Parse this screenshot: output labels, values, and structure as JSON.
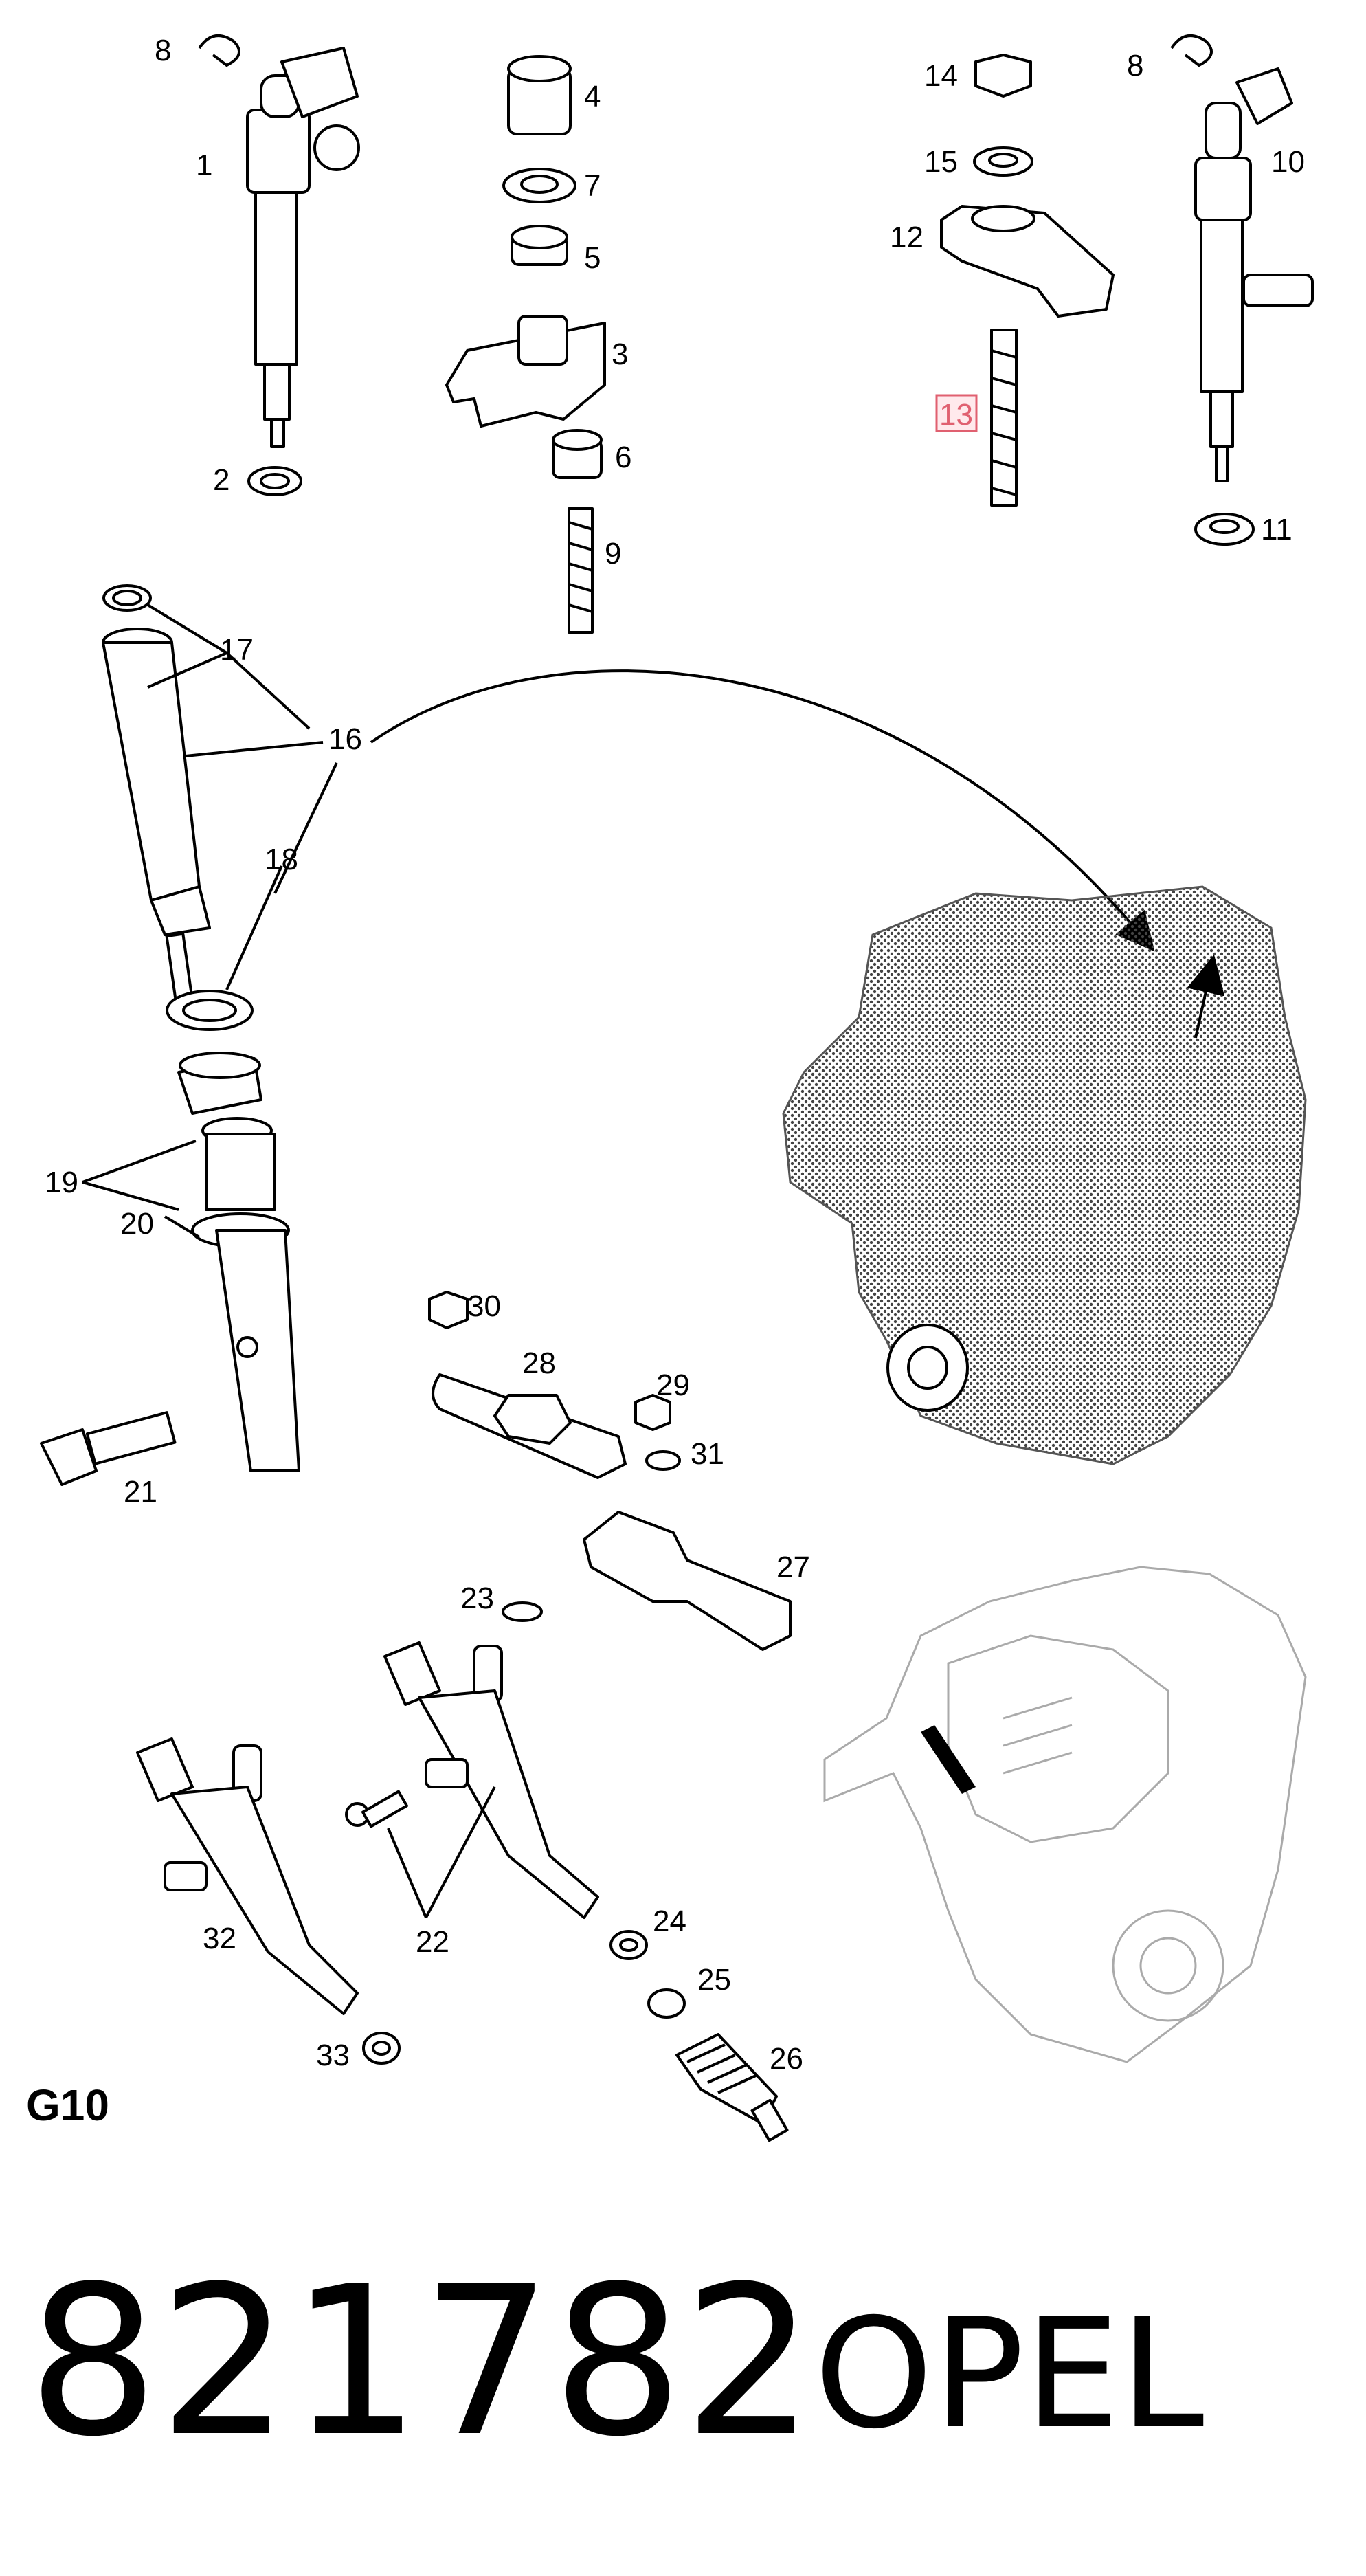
{
  "callouts": [
    {
      "id": "label-8a",
      "text": "8"
    },
    {
      "id": "label-1",
      "text": "1"
    },
    {
      "id": "label-2",
      "text": "2"
    },
    {
      "id": "label-4",
      "text": "4"
    },
    {
      "id": "label-7",
      "text": "7"
    },
    {
      "id": "label-5",
      "text": "5"
    },
    {
      "id": "label-3",
      "text": "3"
    },
    {
      "id": "label-6",
      "text": "6"
    },
    {
      "id": "label-9",
      "text": "9"
    },
    {
      "id": "label-14",
      "text": "14"
    },
    {
      "id": "label-8b",
      "text": "8"
    },
    {
      "id": "label-15",
      "text": "15"
    },
    {
      "id": "label-10",
      "text": "10"
    },
    {
      "id": "label-12",
      "text": "12"
    },
    {
      "id": "label-13",
      "text": "13"
    },
    {
      "id": "label-11",
      "text": "11"
    },
    {
      "id": "label-17",
      "text": "17"
    },
    {
      "id": "label-16",
      "text": "16"
    },
    {
      "id": "label-18",
      "text": "18"
    },
    {
      "id": "label-19",
      "text": "19"
    },
    {
      "id": "label-20",
      "text": "20"
    },
    {
      "id": "label-21",
      "text": "21"
    },
    {
      "id": "label-30",
      "text": "30"
    },
    {
      "id": "label-28",
      "text": "28"
    },
    {
      "id": "label-29",
      "text": "29"
    },
    {
      "id": "label-31",
      "text": "31"
    },
    {
      "id": "label-27",
      "text": "27"
    },
    {
      "id": "label-23",
      "text": "23"
    },
    {
      "id": "label-22",
      "text": "22"
    },
    {
      "id": "label-32",
      "text": "32"
    },
    {
      "id": "label-24",
      "text": "24"
    },
    {
      "id": "label-25",
      "text": "25"
    },
    {
      "id": "label-26",
      "text": "26"
    },
    {
      "id": "label-33",
      "text": "33"
    }
  ],
  "highlighted_callout": "13",
  "section_code": "G10",
  "part_number": "821782",
  "brand": "OPEL",
  "colors": {
    "highlight": "#e06070",
    "line": "#000000",
    "ghost_engine": "#aaaaaa"
  }
}
